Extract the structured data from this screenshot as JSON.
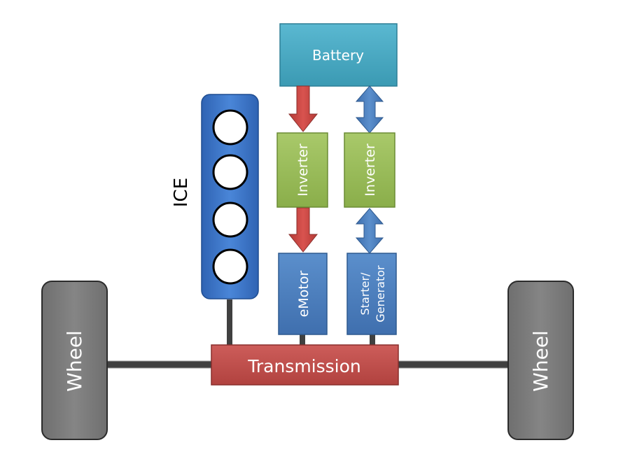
{
  "diagram": {
    "labels": {
      "battery": "Battery",
      "inverter_left": "Inverter",
      "inverter_right": "Inverter",
      "emotor": "eMotor",
      "starter_line1": "Starter/",
      "starter_line2": "Generator",
      "ice": "ICE",
      "transmission": "Transmission",
      "wheel_left": "Wheel",
      "wheel_right": "Wheel"
    },
    "colors": {
      "battery": "#4bacc6",
      "inverter": "#9bbb59",
      "motor": "#4f81bd",
      "engine": "#3a72c4",
      "transmission": "#c0504d",
      "wheel": "#7f7f7f",
      "red_arrow": "#c0504d",
      "blue_arrow": "#4f81bd",
      "shaft": "#404040"
    }
  }
}
